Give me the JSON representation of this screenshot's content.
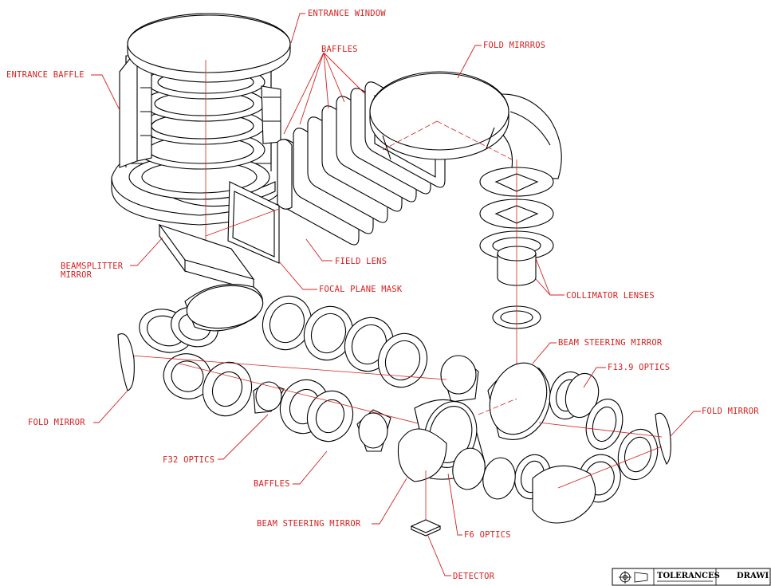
{
  "labels": {
    "entrance_window": "ENTRANCE WINDOW",
    "entrance_baffle": "ENTRANCE BAFFLE",
    "baffles_top": "BAFFLES",
    "fold_mirrors": "FOLD MIRRROS",
    "field_lens": "FIELD LENS",
    "beamsplitter_line1": "BEAMSPLITTER",
    "beamsplitter_line2": "MIRROR",
    "focal_plane_mask": "FOCAL PLANE MASK",
    "collimator_lenses": "COLLIMATOR LENSES",
    "beam_steering_mirror_right": "BEAM STEERING MIRROR",
    "f13_optics": "F13.9 OPTICS",
    "fold_mirror_left": "FOLD MIRROR",
    "fold_mirror_right": "FOLD MIRROR",
    "f32_optics": "F32 OPTICS",
    "baffles_bottom": "BAFFLES",
    "beam_steering_mirror_bottom": "BEAM STEERING MIRROR",
    "f6_optics": "F6 OPTICS",
    "detector": "DETECTOR"
  },
  "title_block": {
    "tolerances": "TOLERANCES",
    "drawing": "DRAWI"
  },
  "colors": {
    "annotation": "#d42020",
    "linework": "#000000",
    "background": "#ffffff"
  }
}
